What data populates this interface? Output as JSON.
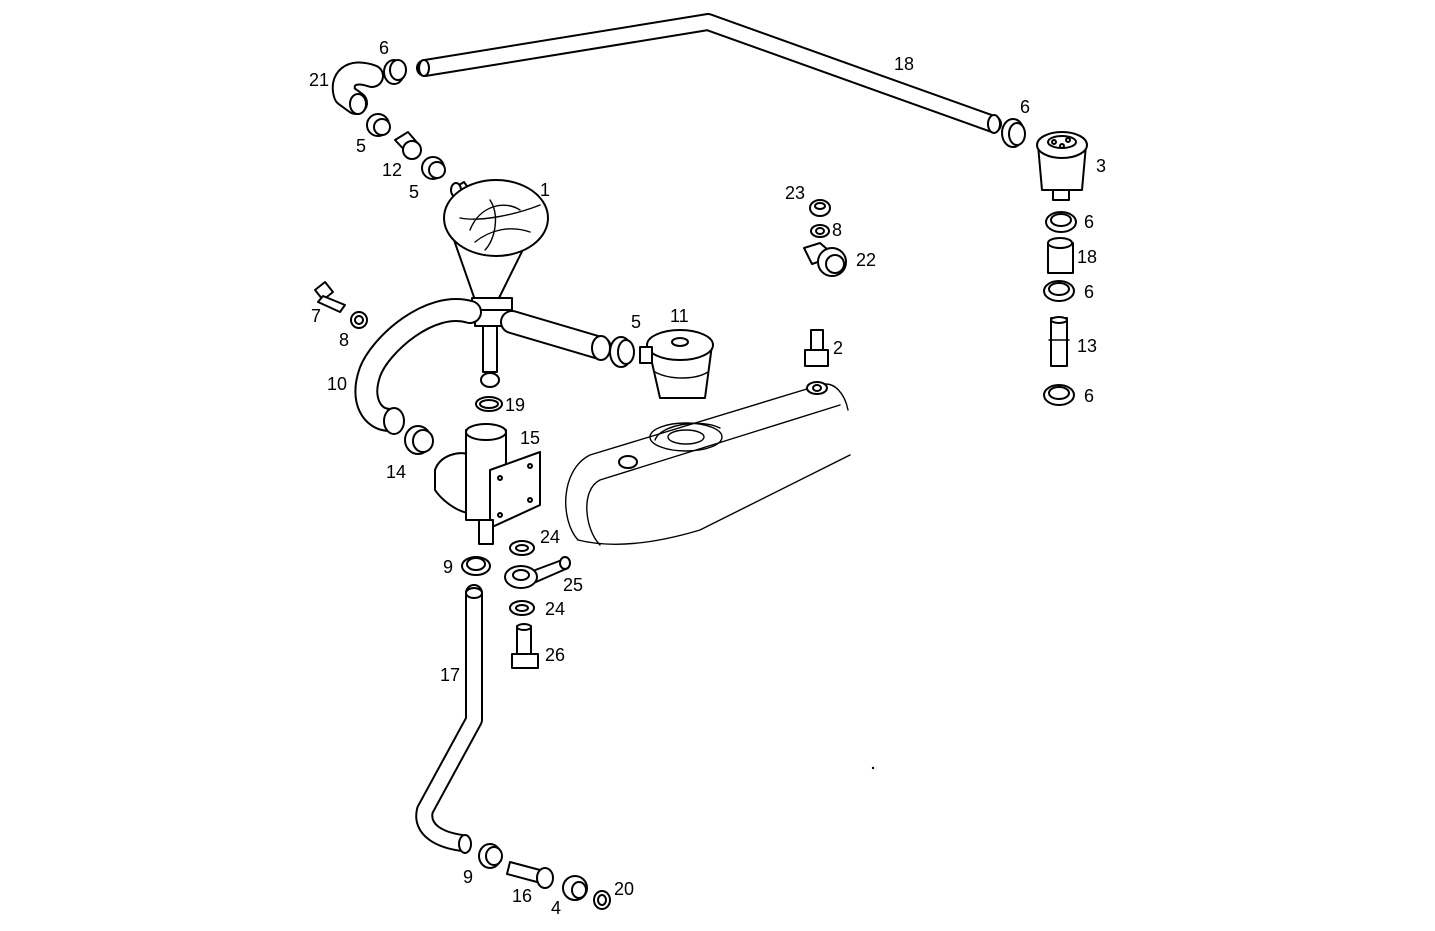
{
  "callouts": {
    "c1": "1",
    "c2": "2",
    "c3": "3",
    "c4": "4",
    "c5a": "5",
    "c5b": "5",
    "c5c": "5",
    "c6a": "6",
    "c6b": "6",
    "c6c": "6",
    "c6d": "6",
    "c6e": "6",
    "c7": "7",
    "c8a": "8",
    "c8b": "8",
    "c9a": "9",
    "c9b": "9",
    "c10": "10",
    "c11": "11",
    "c12": "12",
    "c13": "13",
    "c14": "14",
    "c15": "15",
    "c16": "16",
    "c17": "17",
    "c18a": "18",
    "c18b": "18",
    "c19": "19",
    "c20": "20",
    "c21": "21",
    "c22": "22",
    "c23": "23",
    "c24a": "24",
    "c24b": "24",
    "c25": "25",
    "c26": "26"
  }
}
